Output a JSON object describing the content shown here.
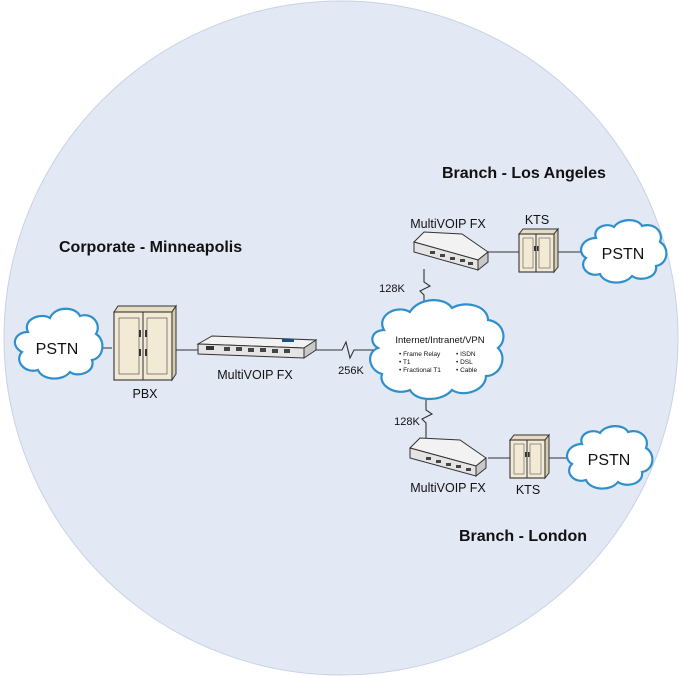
{
  "colors": {
    "background_circle": "#e2e8f4",
    "cloud_stroke": "#2f8fcc",
    "cabinet_fill": "#f3ead6",
    "line": "#333333"
  },
  "sites": {
    "corporate": "Corporate - Minneapolis",
    "branch_la": "Branch - Los Angeles",
    "branch_london": "Branch - London"
  },
  "devices": {
    "pbx": "PBX",
    "kts_la": "KTS",
    "kts_london": "KTS",
    "multivoip_corp": "MultiVOIP FX",
    "multivoip_la": "MultiVOIP FX",
    "multivoip_london": "MultiVOIP FX"
  },
  "clouds": {
    "pstn_corp": "PSTN",
    "pstn_la": "PSTN",
    "pstn_london": "PSTN"
  },
  "network": {
    "title": "Internet/Intranet/VPN",
    "left_items": [
      "• Frame Relay",
      "• T1",
      "• Fractional T1"
    ],
    "right_items": [
      "• ISDN",
      "• DSL",
      "• Cable"
    ]
  },
  "links": {
    "corp_speed": "256K",
    "la_speed": "128K",
    "london_speed": "128K"
  }
}
